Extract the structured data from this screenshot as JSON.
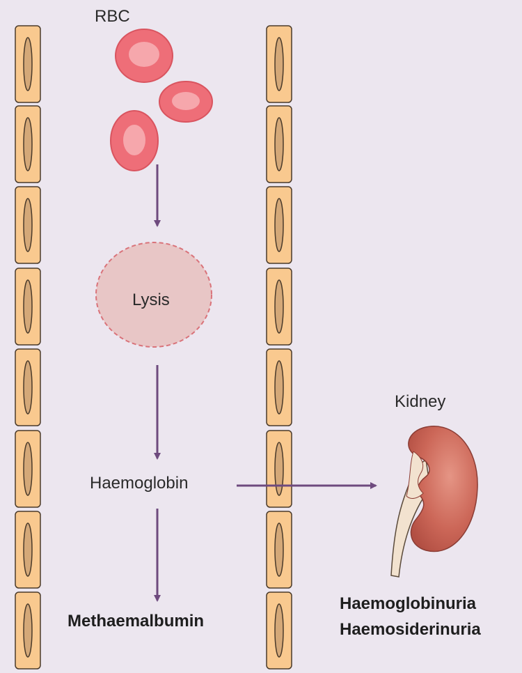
{
  "labels": {
    "rbc": "RBC",
    "lysis": "Lysis",
    "haemoglobin": "Haemoglobin",
    "methaemalbumin": "Methaemalbumin",
    "kidney": "Kidney",
    "haemoglobinuria": "Haemoglobinuria",
    "haemosiderinuria": "Haemosiderinuria"
  },
  "colors": {
    "background": "#ece6ef",
    "endothelial_cell": "#f9c98f",
    "cell_outline": "#4a3a2a",
    "rbc": "#ee6e78",
    "rbc_center": "#f6a7ac",
    "lysis_fill": "#e8c6c6",
    "lysis_border": "#d9737a",
    "arrow": "#6e4a7e",
    "kidney": "#cc6758",
    "kidney_hilum": "#f2e2cf"
  },
  "icons": [
    "red-blood-cell-icon",
    "kidney-icon",
    "endothelial-cell-icon"
  ]
}
